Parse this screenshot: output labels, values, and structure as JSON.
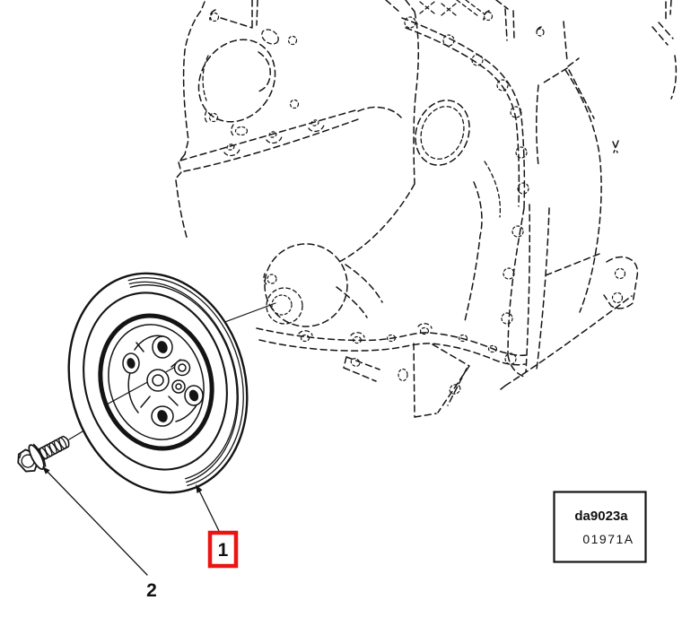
{
  "diagram": {
    "background_color": "#ffffff",
    "ink_color": "#141414",
    "callouts": [
      {
        "label": "1",
        "style": "boxed",
        "box_border_color": "#ec1313",
        "points_to": "crankshaft-pulley"
      },
      {
        "label": "2",
        "style": "plain",
        "points_to": "pulley-bolt"
      }
    ],
    "stamp": {
      "code": "da9023a",
      "number": "01971A"
    }
  }
}
